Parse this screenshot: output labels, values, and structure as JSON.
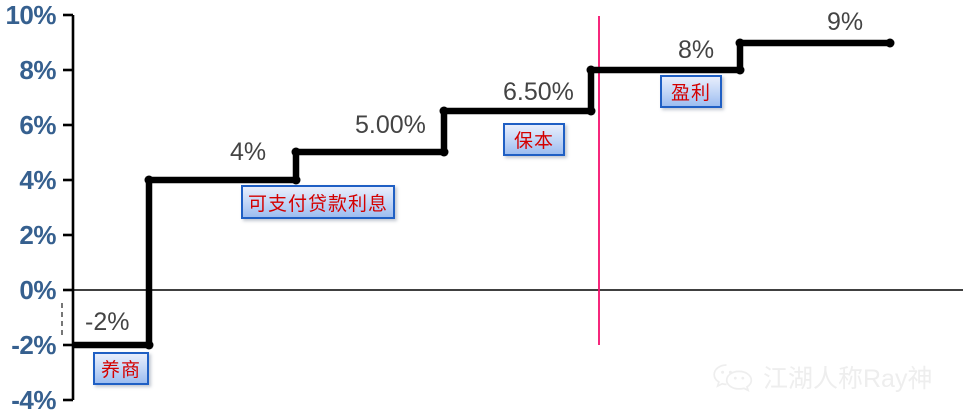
{
  "chart_data": {
    "type": "line",
    "title": "",
    "xlabel": "",
    "ylabel": "",
    "ylim": [
      -4,
      10
    ],
    "ytick_labels": [
      "10%",
      "8%",
      "6%",
      "4%",
      "2%",
      "0%",
      "-2%",
      "-4%"
    ],
    "ytick_values": [
      10,
      8,
      6,
      4,
      2,
      0,
      -2,
      -4
    ],
    "grid": false,
    "legend": "none",
    "step_style": "step-after",
    "series": [
      {
        "name": "rate-curve",
        "points": [
          {
            "x": 0,
            "value": -2,
            "label": "-2%"
          },
          {
            "x": 1,
            "value": 4,
            "label": "4%"
          },
          {
            "x": 2,
            "value": 5,
            "label": "5.00%"
          },
          {
            "x": 3,
            "value": 6.5,
            "label": "6.50%"
          },
          {
            "x": 4,
            "value": 8,
            "label": "8%"
          },
          {
            "x": 5,
            "value": 9,
            "label": "9%"
          }
        ]
      }
    ],
    "annotations": [
      {
        "name": "yangshang",
        "text": "养商",
        "at_value": -2
      },
      {
        "name": "loan-interest",
        "text": "可支付贷款利息",
        "at_value": 4
      },
      {
        "name": "breakeven",
        "text": "保本",
        "at_value": 6.5
      },
      {
        "name": "profit",
        "text": "盈利",
        "at_value": 8
      }
    ],
    "reference_line": {
      "name": "breakeven-divider",
      "color": "#f50f6e",
      "orientation": "vertical"
    },
    "colors": {
      "series": "#000000",
      "axis_text": "#36608f",
      "data_label": "#444444",
      "callout_border": "#1f5fc4",
      "callout_text": "#d40000",
      "reference_line": "#f50f6e",
      "zero_line": "#000000",
      "watermark": "#eeeeee"
    }
  },
  "data_labels": {
    "p0": "-2%",
    "p1": "4%",
    "p2": "5.00%",
    "p3": "6.50%",
    "p4": "8%",
    "p5": "9%"
  },
  "ticks": {
    "t0": "10%",
    "t1": "8%",
    "t2": "6%",
    "t3": "4%",
    "t4": "2%",
    "t5": "0%",
    "t6": "-2%",
    "t7": "-4%"
  },
  "callouts": {
    "c0": "养商",
    "c1": "可支付贷款利息",
    "c2": "保本",
    "c3": "盈利"
  },
  "watermark": {
    "text": "江湖人称Ray神",
    "icon": "wechat-icon"
  }
}
